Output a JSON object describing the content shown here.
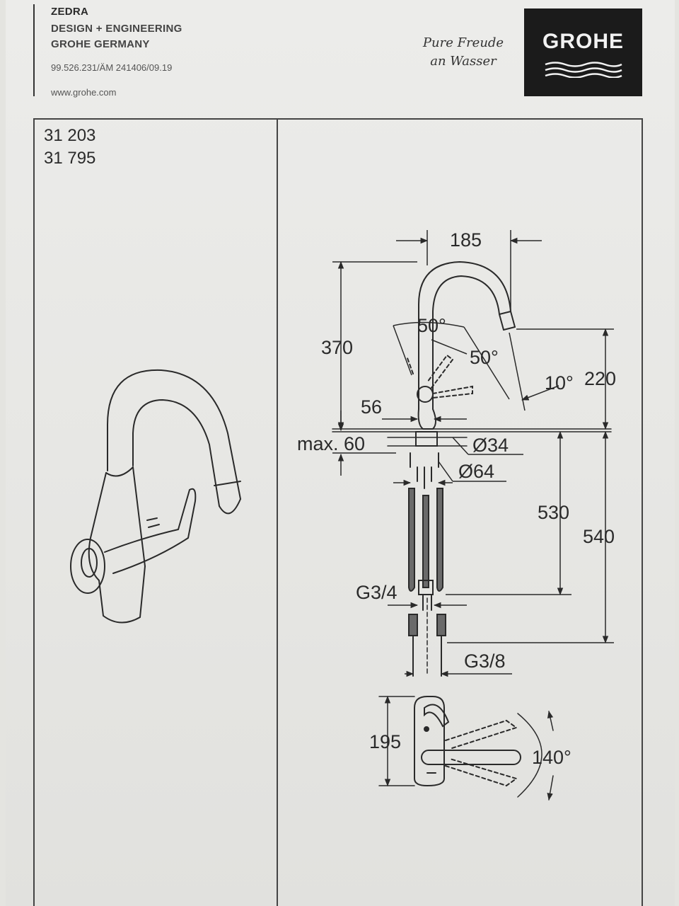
{
  "header": {
    "product": "ZEDRA",
    "line1": "DESIGN + ENGINEERING",
    "line2": "GROHE GERMANY",
    "doc_number": "99.526.231/ÄM 241406/09.19",
    "website": "www.grohe.com",
    "tagline_1": "Pure Freude",
    "tagline_2": "an Wasser",
    "logo": "GROHE"
  },
  "models": [
    "31 203",
    "31 795"
  ],
  "dimensions": {
    "width_185": "185",
    "height_370": "370",
    "angle_50_a": "50°",
    "angle_50_b": "50°",
    "height_220": "220",
    "angle_10": "10°",
    "spout_56": "56",
    "max_60": "max. 60",
    "dia_34": "Ø34",
    "dia_64": "Ø64",
    "len_530": "530",
    "len_540": "540",
    "thread_g34": "G3/4",
    "thread_g38": "G3/8",
    "depth_195": "195",
    "angle_140": "140°"
  },
  "colors": {
    "paper": "#e6e6e3",
    "ink": "#2a2a2a",
    "logo_bg": "#1b1b1b"
  }
}
